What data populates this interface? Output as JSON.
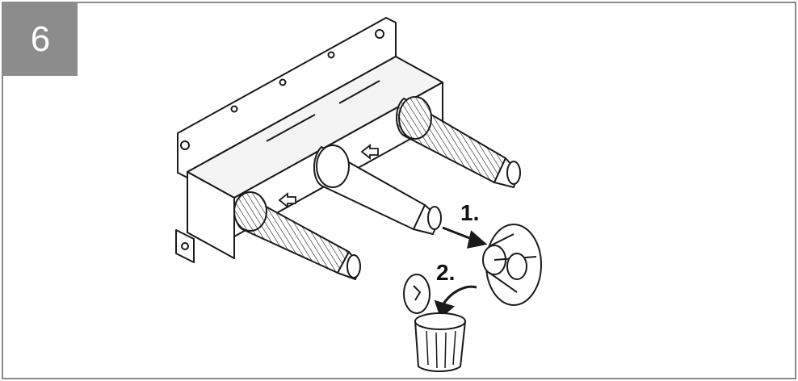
{
  "step": {
    "number": "6"
  },
  "callouts": [
    {
      "label": "1."
    },
    {
      "label": "2."
    }
  ],
  "colors": {
    "badge_background": "#8c8c8c",
    "badge_text": "#ffffff",
    "frame_border": "#8a8a8a",
    "line_art": "#1a1a1a",
    "shading": "#e6e6e6"
  },
  "icons": [
    "mounting-box-icon",
    "threaded-extension-icon",
    "protective-plug-icon",
    "removal-arrow-icon",
    "discard-arrow-icon",
    "protective-cap-icon",
    "waste-bin-icon",
    "flow-direction-arrow-icon"
  ]
}
